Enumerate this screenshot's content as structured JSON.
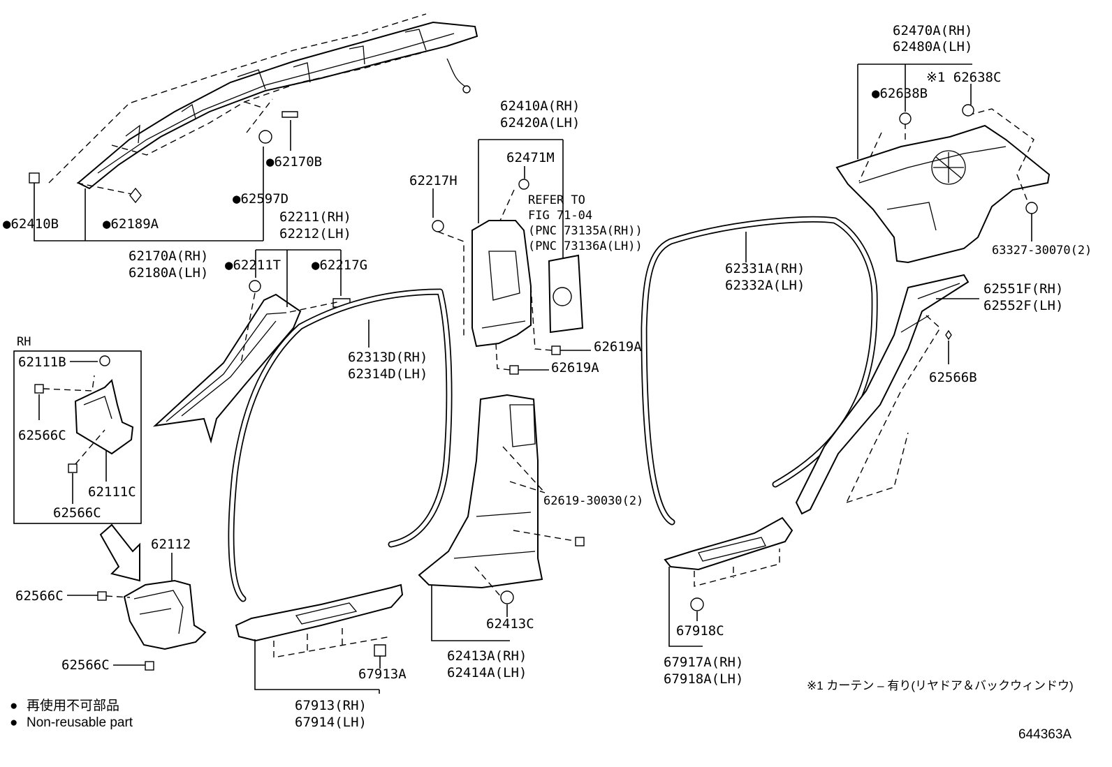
{
  "figure_id": "644363A",
  "inset_label": "RH",
  "refer_note": [
    "REFER TO",
    "FIG 71-04",
    "(PNC 73135A(RH))",
    "(PNC 73136A(LH))"
  ],
  "footnote": "※1 カーテン – 有り(リヤドア＆バックウィンドウ)",
  "legend": {
    "bullet": "●",
    "line1": "再使用不可部品",
    "line2": "Non-reusable part"
  },
  "labels": {
    "p62410B": "●62410B",
    "p62189A": "●62189A",
    "p62170A": "62170A(RH)",
    "p62180A": "62180A(LH)",
    "p62170B": "●62170B",
    "p62597D": "●62597D",
    "p62211": "62211(RH)",
    "p62212": "62212(LH)",
    "p62211T": "●62211T",
    "p62217G": "●62217G",
    "p62111B": "62111B",
    "p62566C_1": "62566C",
    "p62111C": "62111C",
    "p62566C_2": "62566C",
    "p62112": "62112",
    "p62566C_3": "62566C",
    "p62566C_4": "62566C",
    "p62313D": "62313D(RH)",
    "p62314D": "62314D(LH)",
    "p67913": "67913(RH)",
    "p67914": "67914(LH)",
    "p67913A": "67913A",
    "p62217H": "62217H",
    "p62410A": "62410A(RH)",
    "p62420A": "62420A(LH)",
    "p62471M": "62471M",
    "p62619A_1": "62619A",
    "p62619A_2": "62619A",
    "p62619_30030": "62619-30030(2)",
    "p62413C": "62413C",
    "p62413A": "62413A(RH)",
    "p62414A": "62414A(LH)",
    "p62331A": "62331A(RH)",
    "p62332A": "62332A(LH)",
    "p67918C": "67918C",
    "p67917A": "67917A(RH)",
    "p67918A": "67918A(LH)",
    "p62470A": "62470A(RH)",
    "p62480A": "62480A(LH)",
    "p62638C": "※1 62638C",
    "p62638B": "●62638B",
    "p63327": "63327-30070(2)",
    "p62551F": "62551F(RH)",
    "p62552F": "62552F(LH)",
    "p62566B": "62566B"
  }
}
